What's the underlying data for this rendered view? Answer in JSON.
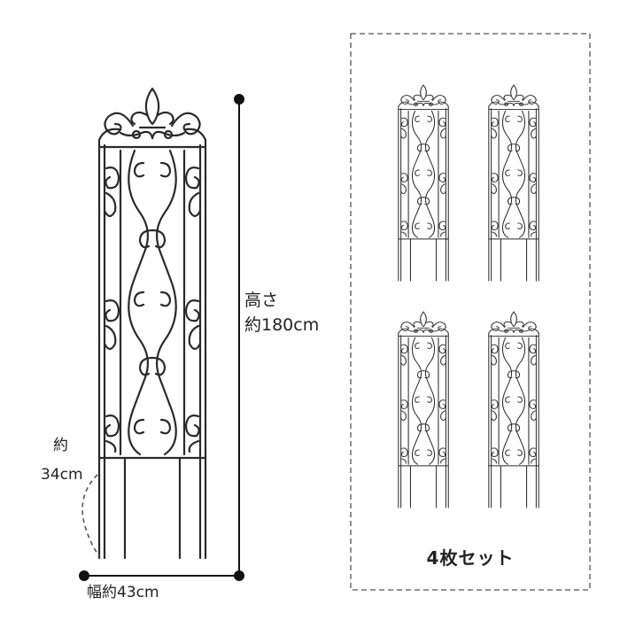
{
  "labels": {
    "height_title": "高さ",
    "height_value": "約180cm",
    "depth_title": "約",
    "depth_value": "34cm",
    "width_value": "幅約43cm",
    "set_label": "4枚セット"
  },
  "colors": {
    "ink": "#2a2a2a",
    "dimension": "#111111",
    "dashed_box": "#555555",
    "background": "#ffffff"
  },
  "set_count": 4
}
